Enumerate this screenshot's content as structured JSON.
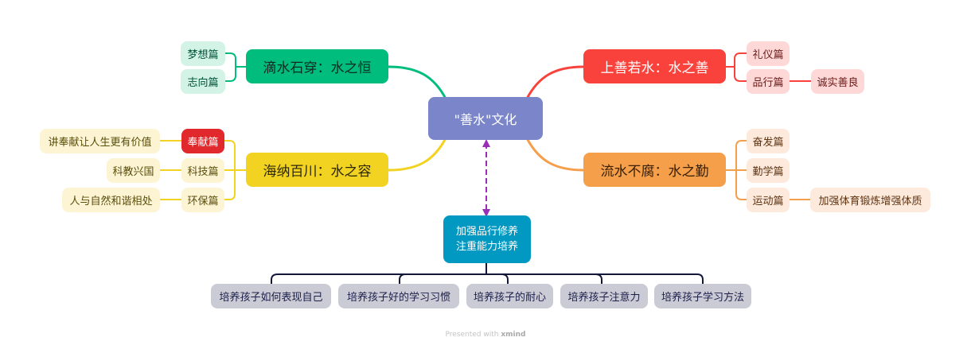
{
  "central_topic": {
    "label": "\"善水\"文化",
    "color": "#7a86c9"
  },
  "branches": {
    "top_left": {
      "label": "滴水石穿：水之恒",
      "color": "#00bd7e",
      "sub_bg": "#d2f3e6",
      "sub_text_color": "#00543a",
      "children": [
        {
          "label": "梦想篇"
        },
        {
          "label": "志向篇"
        }
      ]
    },
    "top_right": {
      "label": "上善若水：水之善",
      "color": "#fa423c",
      "sub_bg": "#fed8d7",
      "sub_text_color": "#6a1a17",
      "children": [
        {
          "label": "礼仪篇"
        },
        {
          "label": "品行篇",
          "children": [
            {
              "label": "诚实善良"
            }
          ]
        }
      ]
    },
    "bottom_left": {
      "label": "海纳百川：水之容",
      "color": "#f2d321",
      "sub_bg": "#fdf4d4",
      "sub_text_color": "#5a4e0b",
      "children": [
        {
          "label": "奉献篇",
          "highlight": "#e0282d",
          "children": [
            {
              "label": "讲奉献让人生更有价值"
            }
          ]
        },
        {
          "label": "科技篇",
          "children": [
            {
              "label": "科教兴国"
            }
          ]
        },
        {
          "label": "环保篇",
          "children": [
            {
              "label": "人与自然和谐相处"
            }
          ]
        }
      ]
    },
    "bottom_right": {
      "label": "流水不腐：水之勤",
      "color": "#f59f4b",
      "sub_bg": "#fdeadd",
      "sub_text_color": "#5e3411",
      "children": [
        {
          "label": "奋发篇"
        },
        {
          "label": "勤学篇"
        },
        {
          "label": "运动篇",
          "children": [
            {
              "label": "加强体育锻炼增强体质"
            }
          ]
        }
      ]
    }
  },
  "floating_topic": {
    "lines": [
      "加强品行修养",
      "注重能力培养"
    ],
    "color": "#0199c2",
    "relationship_color": "#9b2db8",
    "children": [
      {
        "label": "培养孩子如何表现自己"
      },
      {
        "label": "培养孩子好的学习习惯"
      },
      {
        "label": "培养孩子的耐心"
      },
      {
        "label": "培养孩子注意力"
      },
      {
        "label": "培养孩子学习方法"
      }
    ]
  },
  "footer": {
    "prefix": "Presented with",
    "brand": "xmind"
  }
}
